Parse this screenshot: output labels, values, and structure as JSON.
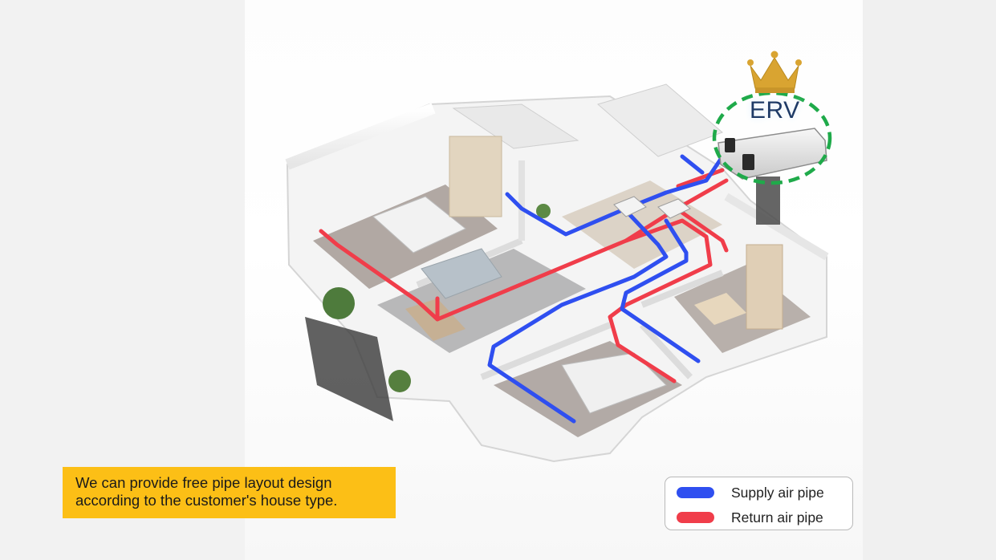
{
  "diagram": {
    "device_label": "ERV",
    "note_lines": [
      "We can provide free pipe layout design",
      "according to the customer's house type."
    ],
    "legend": [
      {
        "label": "Supply air pipe",
        "color": "#2f4ff0"
      },
      {
        "label": "Return air pipe",
        "color": "#f03d4a"
      }
    ],
    "colors": {
      "supply_pipe": "#2f4ff0",
      "return_pipe": "#f03d4a",
      "highlight_ring": "#1faa4a",
      "crown": "#d9a431",
      "note_background": "#fcbf16"
    },
    "icons": [
      "crown-icon",
      "erv-unit-icon"
    ]
  }
}
